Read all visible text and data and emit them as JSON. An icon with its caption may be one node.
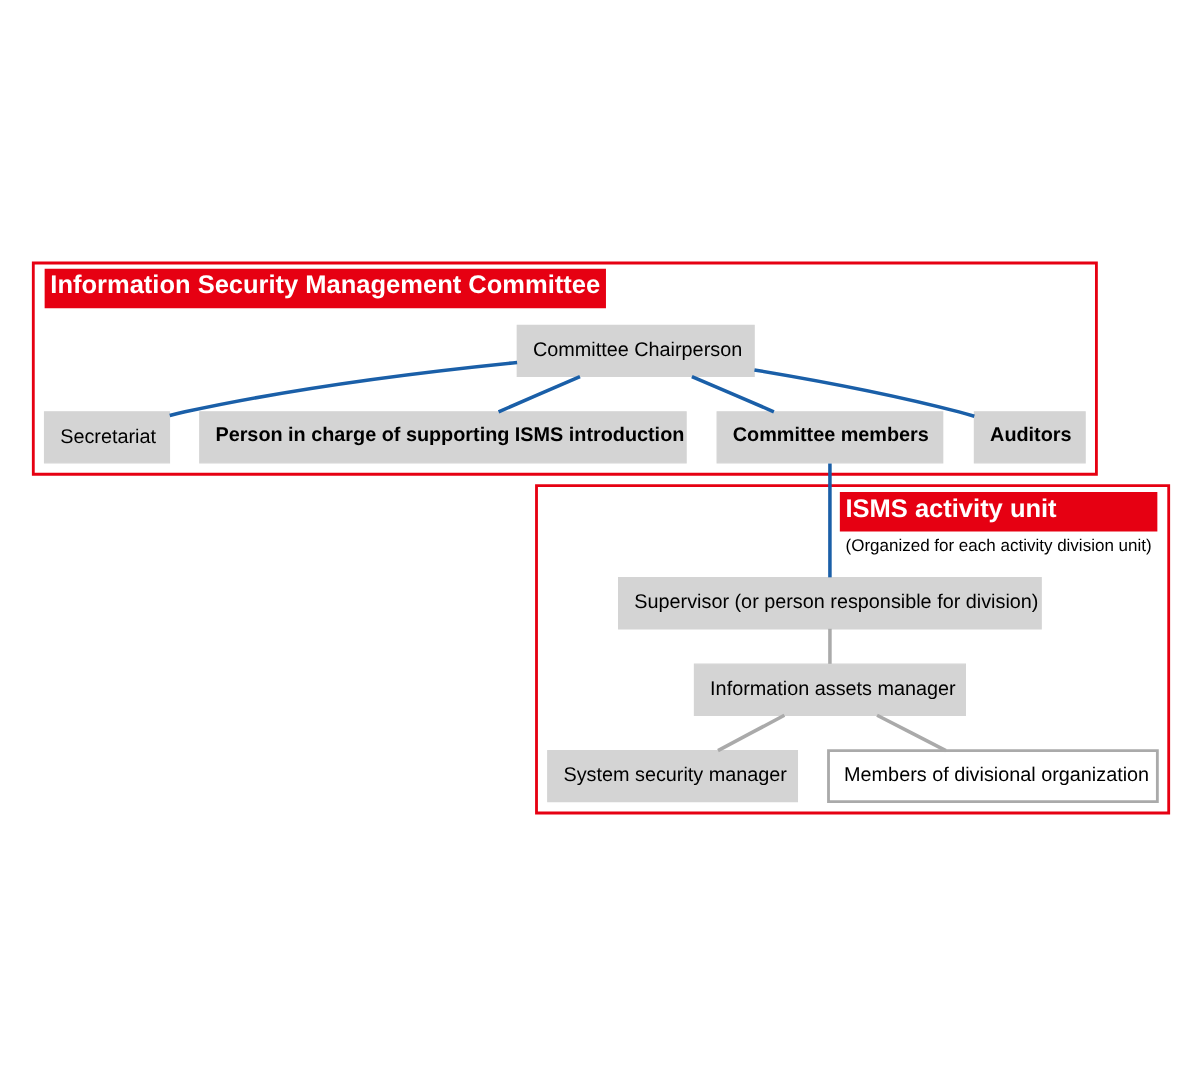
{
  "diagram": {
    "nodes": [
      {
        "text": [
          "Information Security Management Committee"
        ]
      },
      {
        "text": [
          "Committee Chairperson"
        ],
        "in": 0
      },
      {
        "text": [
          "Secretariat"
        ],
        "in": 0
      },
      {
        "text": [
          "Person in charge of supporting ISMS introduction"
        ],
        "in": 0
      },
      {
        "text": [
          "Committee members"
        ],
        "in": 0
      },
      {
        "text": [
          "Auditors"
        ],
        "in": 0
      },
      {
        "text": [
          "ISMS activity unit",
          "(Organized for each activity division unit)"
        ]
      },
      {
        "text": [
          "Supervisor (or person responsible for division)"
        ],
        "in": 6
      },
      {
        "text": [
          "Information assets manager"
        ],
        "in": 6
      },
      {
        "text": [
          "System security manager"
        ],
        "in": 6
      },
      {
        "text": [
          "Members of divisional organization"
        ],
        "in": 6
      }
    ],
    "edges": [
      {
        "from": 1,
        "to": 2,
        "arrow": "none"
      },
      {
        "from": 1,
        "to": 3,
        "arrow": "none"
      },
      {
        "from": 1,
        "to": 4,
        "arrow": "none"
      },
      {
        "from": 1,
        "to": 5,
        "arrow": "none"
      },
      {
        "from": 4,
        "to": 7,
        "arrow": "none"
      },
      {
        "from": 7,
        "to": 8,
        "arrow": "none",
        "color": "#aaaaaa"
      },
      {
        "from": 8,
        "to": 9,
        "arrow": "none",
        "color": "#aaaaaa"
      },
      {
        "from": 8,
        "to": 10,
        "arrow": "none",
        "color": "#aaaaaa"
      }
    ]
  }
}
